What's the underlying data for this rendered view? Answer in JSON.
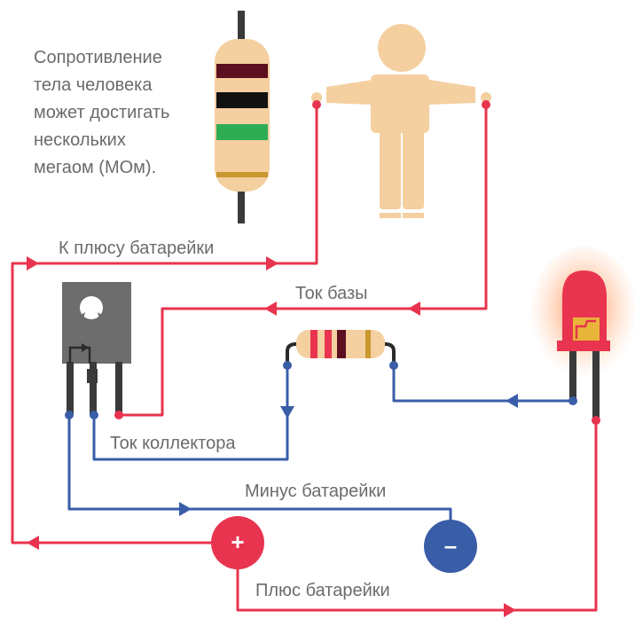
{
  "note_lines": [
    "Сопротивление",
    "тела человека",
    "может достигать",
    "нескольких",
    "мегаом (МОм)."
  ],
  "labels": {
    "to_battery_plus": "К плюсу батарейки",
    "base_current": "Ток базы",
    "collector_current": "Ток коллектора",
    "battery_minus": "Минус батарейки",
    "battery_plus": "Плюс батарейки"
  },
  "battery_symbols": {
    "plus": "+",
    "minus": "–"
  },
  "colors": {
    "red_wire": "#e8344e",
    "blue_wire": "#3a5da8",
    "skin": "#f4cfa0",
    "led": "#e8344e",
    "transistor": "#6d6d6d",
    "text": "#6b6b6b"
  }
}
